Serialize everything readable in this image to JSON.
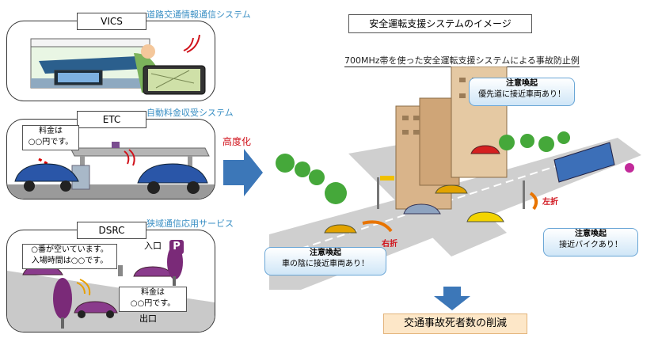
{
  "left": {
    "vics": {
      "tag": "VICS",
      "caption": "道路交通情報通信システム"
    },
    "etc": {
      "tag": "ETC",
      "caption": "自動料金収受システム",
      "callout": "料金は\n○○円です。"
    },
    "dsrc": {
      "tag": "DSRC",
      "caption": "狭域通信応用サービス",
      "callout_top": "○番が空いています。\n入場時間は○○です。",
      "callout_bottom": "料金は\n○○円です。",
      "entrance": "入口",
      "exit": "出口",
      "parking_sign": "P"
    }
  },
  "middle": {
    "label": "高度化"
  },
  "right": {
    "title": "安全運転支援システムのイメージ",
    "subtitle": "700MHz帯を使った安全運転支援システムによる事故防止例",
    "bubbles": [
      {
        "title": "注意喚起",
        "text": "優先道に接近車両あり！"
      },
      {
        "title": "注意喚起",
        "text": "車の陰に接近車両あり！"
      },
      {
        "title": "注意喚起",
        "text": "接近バイクあり！"
      }
    ],
    "turn_right": "右折",
    "turn_left": "左折",
    "result": "交通事故死者数の削減"
  },
  "colors": {
    "caption_blue": "#3a8fc4",
    "arrow_blue": "#3c77b8",
    "result_bg": "#fde7c8",
    "alert_red": "#d0121b"
  }
}
